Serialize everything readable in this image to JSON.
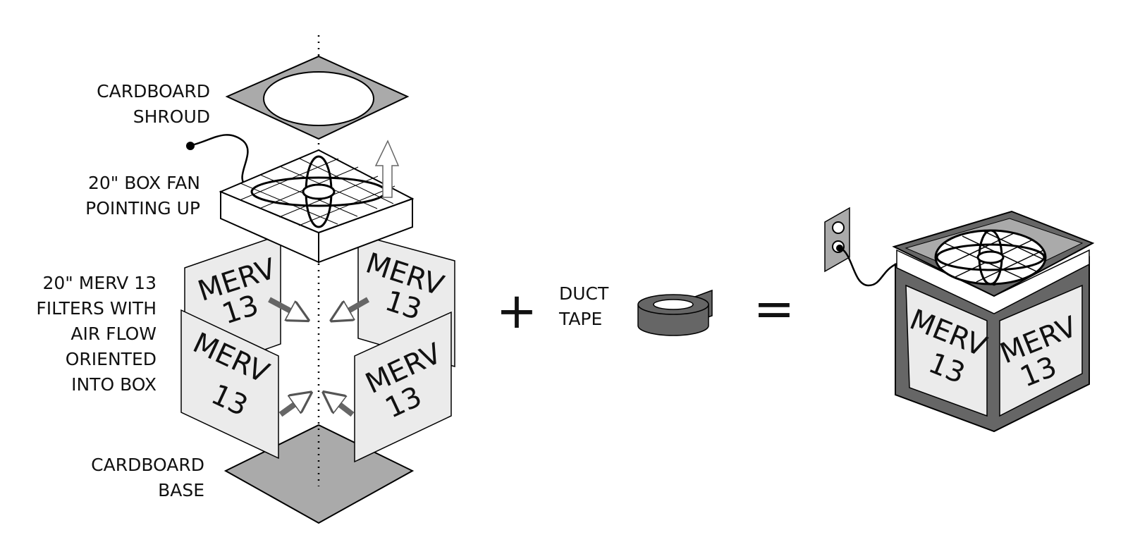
{
  "labels": {
    "shroud": [
      "CARDBOARD",
      "SHROUD"
    ],
    "fan": [
      "20\" BOX FAN",
      "POINTING UP"
    ],
    "filters": [
      "20\" MERV 13",
      "FILTERS WITH",
      "AIR FLOW",
      "ORIENTED",
      "INTO BOX"
    ],
    "base": [
      "CARDBOARD",
      "BASE"
    ],
    "tape": [
      "DUCT",
      "TAPE"
    ]
  },
  "filter_text": [
    "MERV",
    "13"
  ],
  "symbols": {
    "plus": "+",
    "equals": "="
  },
  "colors": {
    "cardboard": "#aaaaaa",
    "filter": "#ebebeb",
    "tape": "#666666",
    "outline": "#000000"
  }
}
